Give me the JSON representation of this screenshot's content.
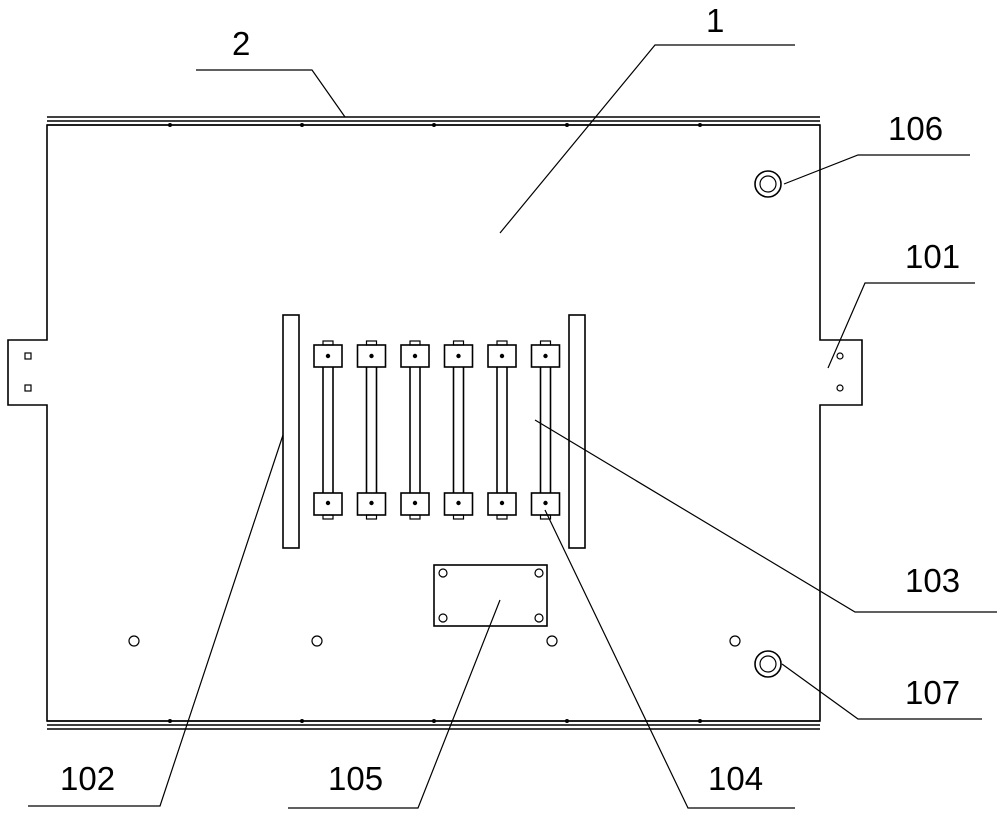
{
  "labels": {
    "l1": "1",
    "l2": "2",
    "l101": "101",
    "l102": "102",
    "l103": "103",
    "l104": "104",
    "l105": "105",
    "l106": "106",
    "l107": "107"
  },
  "colors": {
    "line": "#000000",
    "background": "#ffffff"
  },
  "roller_count": 6
}
